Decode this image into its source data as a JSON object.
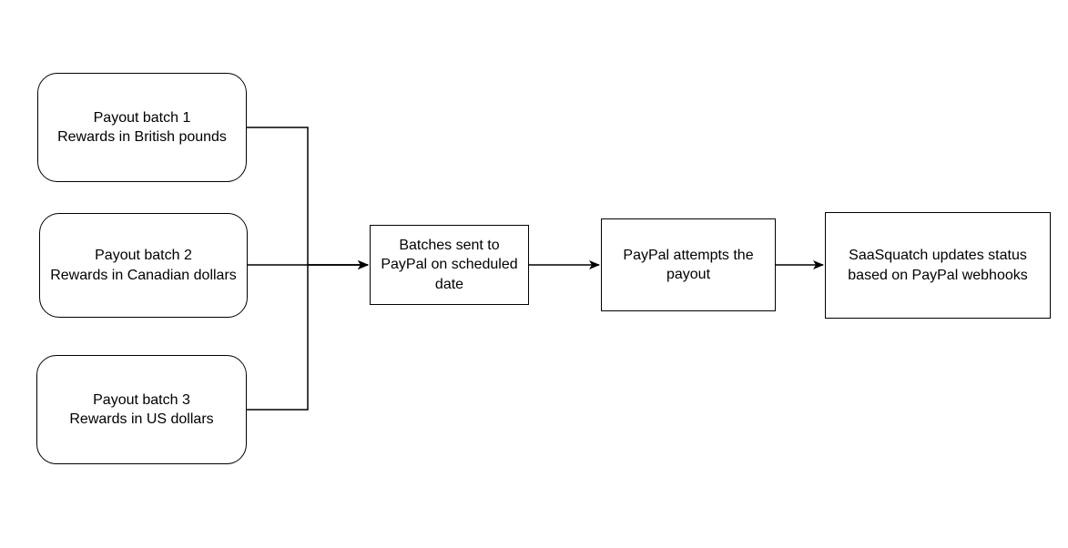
{
  "nodes": {
    "batch1": {
      "line1": "Payout batch 1",
      "line2": "Rewards in British pounds"
    },
    "batch2": {
      "line1": "Payout batch 2",
      "line2": "Rewards in Canadian dollars"
    },
    "batch3": {
      "line1": "Payout batch 3",
      "line2": "Rewards in US dollars"
    },
    "sent": {
      "line1": "Batches sent to",
      "line2": "PayPal on scheduled",
      "line3": "date"
    },
    "attempts": {
      "line1": "PayPal attempts the",
      "line2": "payout"
    },
    "updates": {
      "line1": "SaaSquatch updates status",
      "line2": "based on PayPal webhooks"
    }
  },
  "colors": {
    "stroke": "#000000",
    "background": "#ffffff",
    "text": "#000000"
  }
}
